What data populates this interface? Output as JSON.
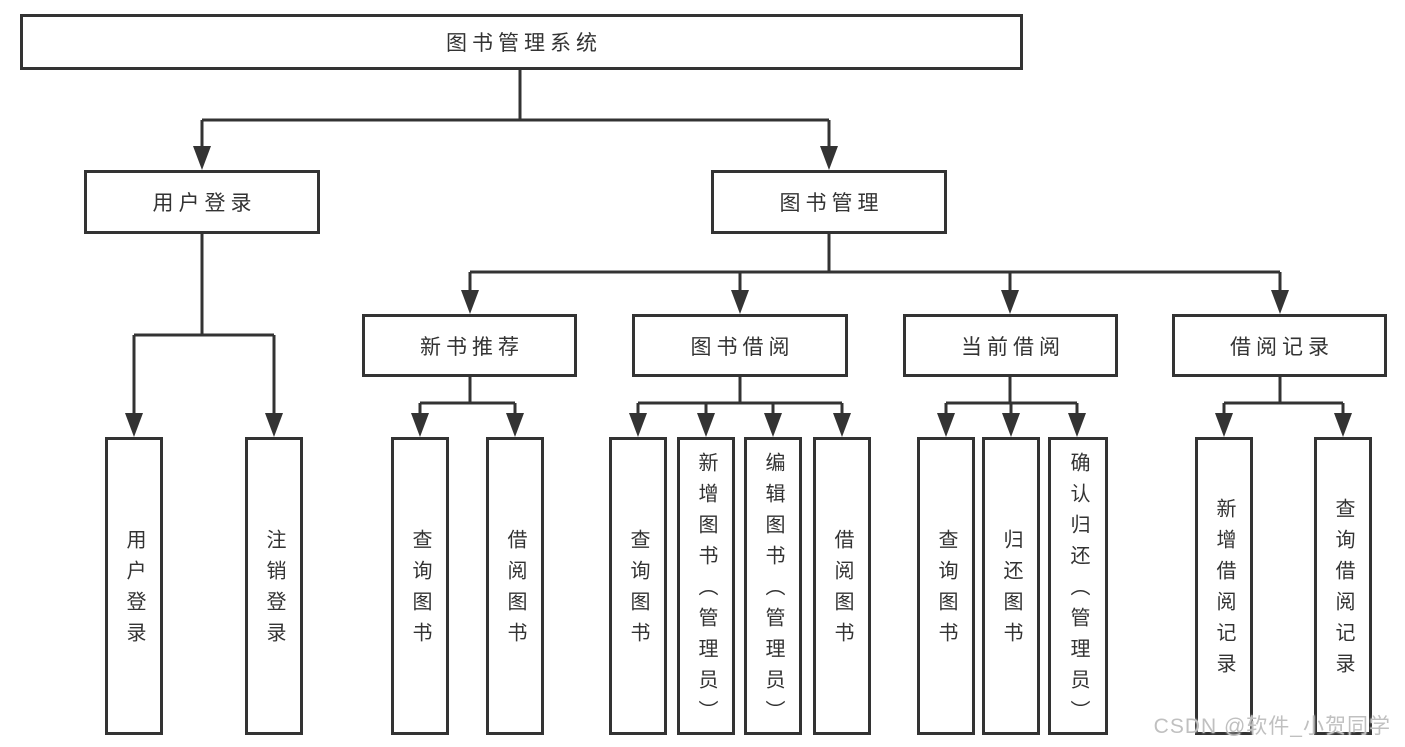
{
  "colors": {
    "line": "#333333",
    "text": "#333333",
    "background": "#ffffff",
    "watermark": "#c0c0c0"
  },
  "tree": {
    "root": {
      "label": "图书管理系统"
    },
    "branches": [
      {
        "label": "用户登录",
        "leaves": [
          {
            "label": "用户登录"
          },
          {
            "label": "注销登录"
          }
        ]
      },
      {
        "label": "图书管理",
        "children": [
          {
            "label": "新书推荐",
            "leaves": [
              {
                "label": "查询图书"
              },
              {
                "label": "借阅图书"
              }
            ]
          },
          {
            "label": "图书借阅",
            "leaves": [
              {
                "label": "查询图书"
              },
              {
                "label": "新增图书（管理员）"
              },
              {
                "label": "编辑图书（管理员）"
              },
              {
                "label": "借阅图书"
              }
            ]
          },
          {
            "label": "当前借阅",
            "leaves": [
              {
                "label": "查询图书"
              },
              {
                "label": "归还图书"
              },
              {
                "label": "确认归还（管理员）"
              }
            ]
          },
          {
            "label": "借阅记录",
            "leaves": [
              {
                "label": "新增借阅记录"
              },
              {
                "label": "查询借阅记录"
              }
            ]
          }
        ]
      }
    ]
  },
  "watermark": {
    "text": "CSDN @软件_小贺同学"
  }
}
